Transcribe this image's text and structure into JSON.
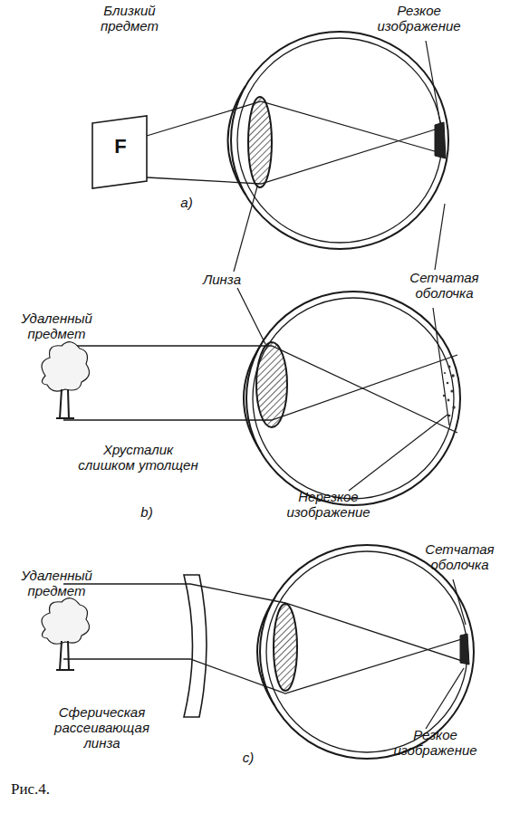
{
  "diagram": {
    "caption": "Рис.4.",
    "labels": [
      "Близкий предмет",
      "F",
      "Резкое изображение",
      "a)",
      "Линза",
      "Сетчатая оболочка",
      "Удаленный предмет",
      "Хрусталик слишком утолщен",
      "b)",
      "Нерезкое изображение",
      "Удаленный предмет",
      "Сетчатая оболочка",
      "Сферическая рассеивающая линза",
      "c)",
      "Резкое изображение"
    ]
  }
}
